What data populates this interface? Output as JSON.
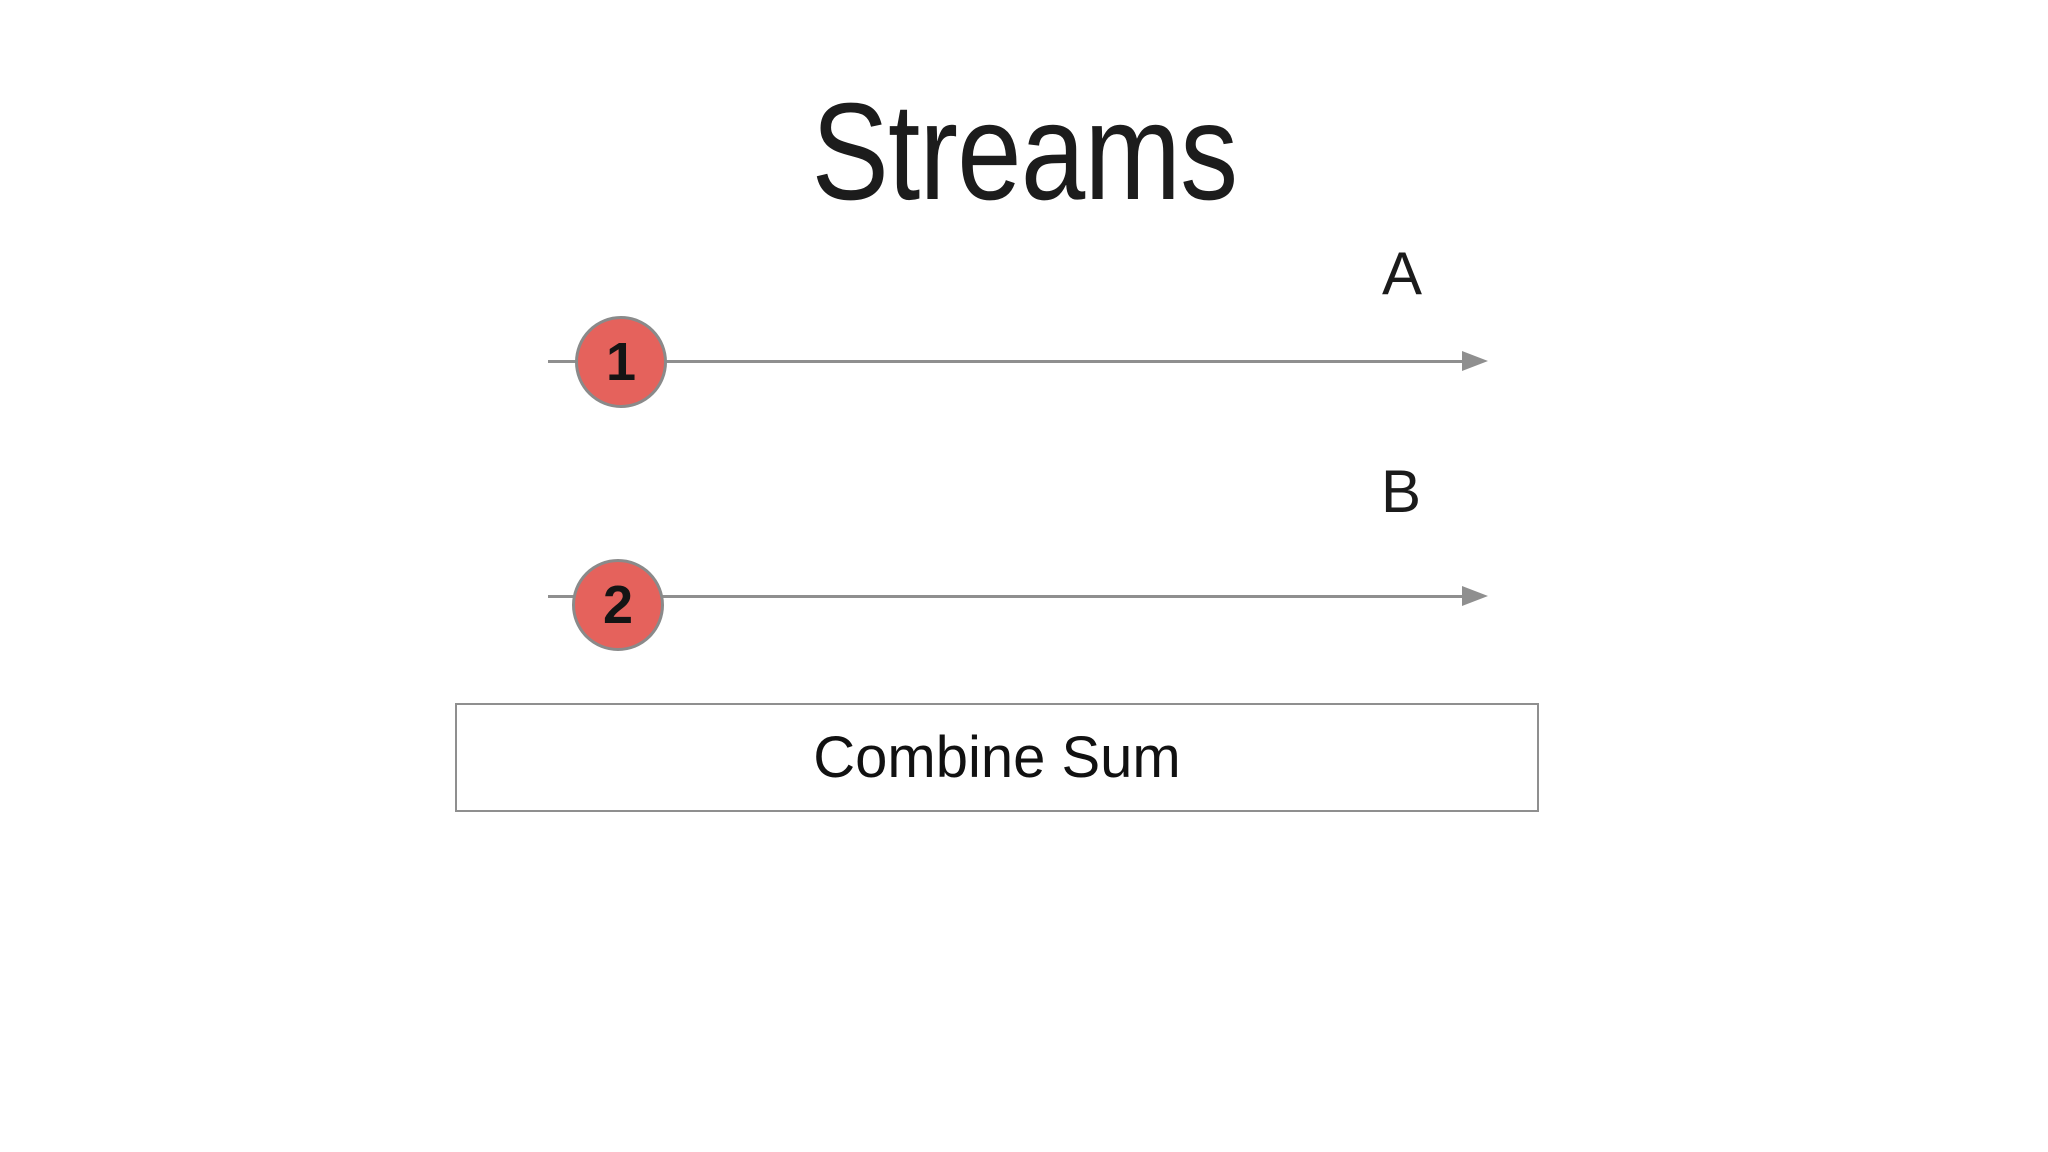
{
  "slide": {
    "title": "Streams"
  },
  "streams": [
    {
      "marble_label": "1",
      "stream_label": "A"
    },
    {
      "marble_label": "2",
      "stream_label": "B"
    }
  ],
  "operator_box": {
    "label": "Combine Sum"
  },
  "icons": {
    "arrowhead": "right-arrowhead"
  },
  "colors": {
    "background": "#ffffff",
    "marble_fill": "#e5625c",
    "marble_border": "#8a8a8a",
    "timeline": "#8f8f8f",
    "box_border": "#8f8f8f",
    "text": "#1b1b1b"
  }
}
